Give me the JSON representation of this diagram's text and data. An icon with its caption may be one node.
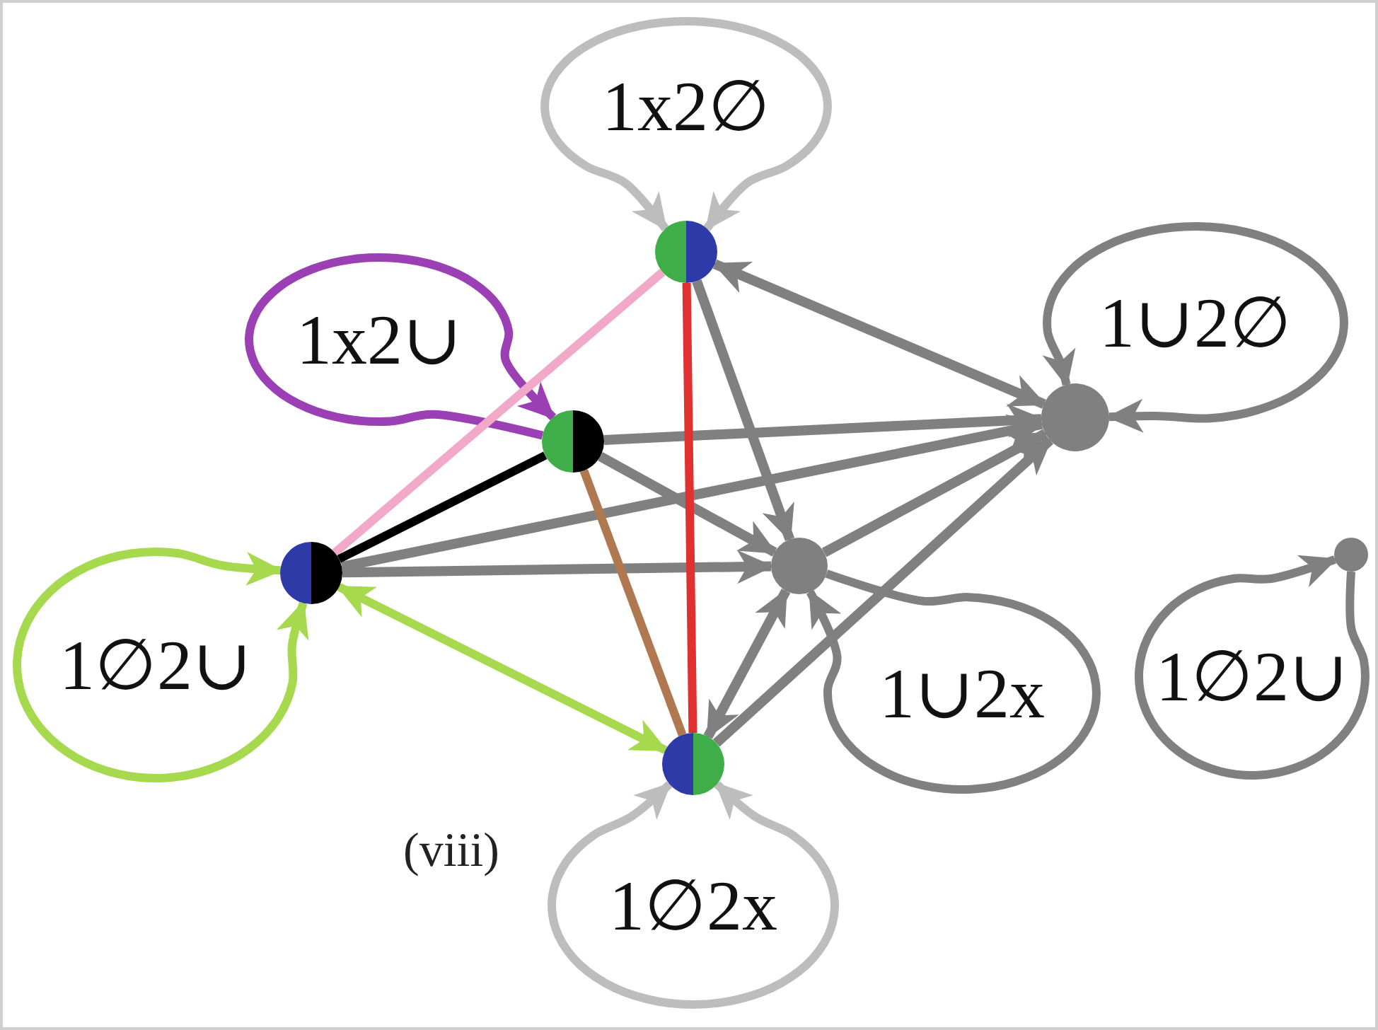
{
  "diagram": {
    "nodes": [
      {
        "text": [],
        "shape": "circle"
      },
      {
        "text": [],
        "shape": "circle"
      },
      {
        "text": [],
        "shape": "circle"
      },
      {
        "text": [],
        "shape": "circle"
      },
      {
        "text": [],
        "shape": "circle"
      },
      {
        "text": [],
        "shape": "circle"
      },
      {
        "text": [],
        "shape": "circle"
      }
    ],
    "edges": [
      {
        "from": 0,
        "to": 0,
        "arrow": "both",
        "label": "1x2∅",
        "color": "#bdbdbd"
      },
      {
        "from": 1,
        "to": 1,
        "arrow": "to",
        "label": "1x2∪",
        "color": "#9b3fb5"
      },
      {
        "from": 2,
        "to": 2,
        "arrow": "both",
        "label": "1∅2∪",
        "color": "#a6d94e"
      },
      {
        "from": 3,
        "to": 3,
        "arrow": "both",
        "label": "1∅2x",
        "color": "#bdbdbd"
      },
      {
        "from": 4,
        "to": 4,
        "arrow": "both",
        "label": "1∪2∅"
      },
      {
        "from": 5,
        "to": 5,
        "arrow": "to",
        "label": "1∪2x"
      },
      {
        "from": 6,
        "to": 6,
        "arrow": "to",
        "label": "1∅2∪"
      },
      {
        "from": 0,
        "to": 3,
        "arrow": "none",
        "color": "#e03030"
      },
      {
        "from": 0,
        "to": 2,
        "arrow": "none",
        "color": "#f2a9c9"
      },
      {
        "from": 1,
        "to": 2,
        "arrow": "none",
        "color": "#000000"
      },
      {
        "from": 1,
        "to": 3,
        "arrow": "none",
        "color": "#b07850"
      },
      {
        "from": 2,
        "to": 3,
        "arrow": "both",
        "color": "#a6d94e"
      },
      {
        "from": 0,
        "to": 4,
        "arrow": "both"
      },
      {
        "from": 1,
        "to": 4,
        "arrow": "to"
      },
      {
        "from": 2,
        "to": 4,
        "arrow": "to"
      },
      {
        "from": 3,
        "to": 4,
        "arrow": "to"
      },
      {
        "from": 0,
        "to": 5,
        "arrow": "to"
      },
      {
        "from": 1,
        "to": 5,
        "arrow": "to"
      },
      {
        "from": 2,
        "to": 5,
        "arrow": "to"
      },
      {
        "from": 5,
        "to": 4,
        "arrow": "to"
      },
      {
        "from": 3,
        "to": 5,
        "arrow": "both"
      }
    ],
    "labels": [
      "(viii)"
    ]
  }
}
